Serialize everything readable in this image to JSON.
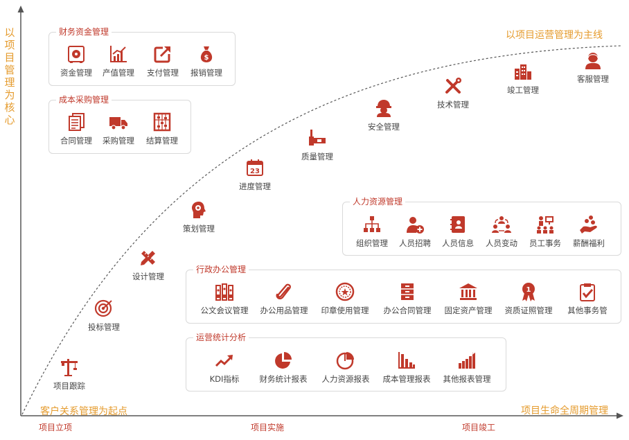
{
  "axis": {
    "y_label": "以项目管理为核心",
    "curve_top_label": "以项目运营管理为主线",
    "curve_start_label": "客户关系管理为起点",
    "x_label": "项目生命全周期管理",
    "phases": [
      "项目立项",
      "项目实施",
      "项目竣工"
    ]
  },
  "curve_nodes": [
    {
      "label": "项目跟踪",
      "icon": "crane-icon"
    },
    {
      "label": "投标管理",
      "icon": "target-icon"
    },
    {
      "label": "设计管理",
      "icon": "pencil-ruler-icon"
    },
    {
      "label": "策划管理",
      "icon": "head-gear-icon"
    },
    {
      "label": "进度管理",
      "icon": "calendar-icon"
    },
    {
      "label": "质量管理",
      "icon": "level-tool-icon"
    },
    {
      "label": "安全管理",
      "icon": "worker-helmet-icon"
    },
    {
      "label": "技术管理",
      "icon": "tools-icon"
    },
    {
      "label": "竣工管理",
      "icon": "building-icon"
    },
    {
      "label": "客服管理",
      "icon": "service-agent-icon"
    }
  ],
  "calendar_day": "23",
  "groups": {
    "finance": {
      "title": "财务资金管理",
      "items": [
        {
          "label": "资金管理",
          "icon": "safe-icon"
        },
        {
          "label": "产值管理",
          "icon": "growth-chart-icon"
        },
        {
          "label": "支付管理",
          "icon": "payment-arrow-icon"
        },
        {
          "label": "报销管理",
          "icon": "money-bag-icon"
        }
      ]
    },
    "procurement": {
      "title": "成本采购管理",
      "items": [
        {
          "label": "合同管理",
          "icon": "documents-icon"
        },
        {
          "label": "采购管理",
          "icon": "truck-icon"
        },
        {
          "label": "结算管理",
          "icon": "abacus-icon"
        }
      ]
    },
    "hr": {
      "title": "人力资源管理",
      "items": [
        {
          "label": "组织管理",
          "icon": "org-chart-icon"
        },
        {
          "label": "人员招聘",
          "icon": "recruit-icon"
        },
        {
          "label": "人员信息",
          "icon": "contact-book-icon"
        },
        {
          "label": "人员变动",
          "icon": "people-exchange-icon"
        },
        {
          "label": "员工事务",
          "icon": "meeting-icon"
        },
        {
          "label": "薪酬福利",
          "icon": "salary-hand-icon"
        }
      ]
    },
    "admin": {
      "title": "行政办公管理",
      "items": [
        {
          "label": "公文会议管理",
          "icon": "binders-icon"
        },
        {
          "label": "办公用品管理",
          "icon": "paperclip-icon"
        },
        {
          "label": "印章使用管理",
          "icon": "seal-icon"
        },
        {
          "label": "办公合同管理",
          "icon": "cabinet-icon"
        },
        {
          "label": "固定资产管理",
          "icon": "bank-icon"
        },
        {
          "label": "资质证照管理",
          "icon": "award-ribbon-icon"
        },
        {
          "label": "其他事务管",
          "icon": "clipboard-check-icon"
        }
      ]
    },
    "stats": {
      "title": "运营统计分析",
      "items": [
        {
          "label": "KDI指标",
          "icon": "trend-arrow-icon"
        },
        {
          "label": "财务统计报表",
          "icon": "pie-chart-icon"
        },
        {
          "label": "人力资源报表",
          "icon": "pie-outline-icon"
        },
        {
          "label": "成本管理报表",
          "icon": "bar-chart-icon"
        },
        {
          "label": "其他报表管理",
          "icon": "rising-bars-icon"
        }
      ]
    }
  },
  "colors": {
    "accent": "#c0392b",
    "orange": "#e59b2d",
    "axis": "#555555",
    "border": "#d9d9d9"
  }
}
